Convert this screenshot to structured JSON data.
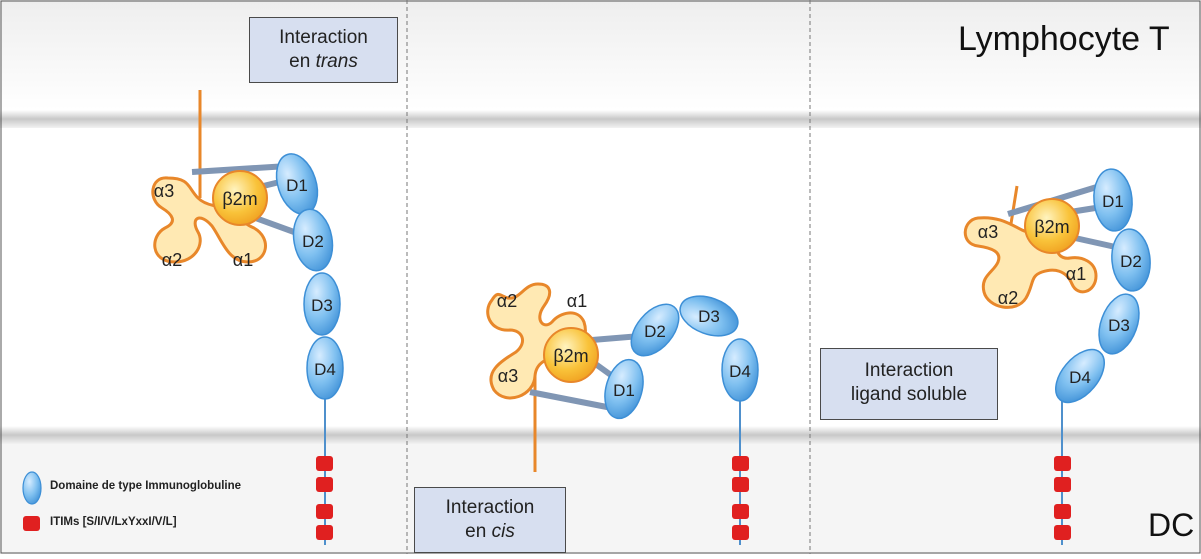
{
  "labels": {
    "top_cell": "Lymphocyte T",
    "bottom_cell": "DC"
  },
  "interactions": {
    "trans_line1": "Interaction",
    "trans_prefix": "en ",
    "trans_word": "trans",
    "cis_line1": "Interaction",
    "cis_prefix": "en ",
    "cis_word": "cis",
    "soluble_line1": "Interaction",
    "soluble_line2": "ligand soluble"
  },
  "domains": {
    "d1": "D1",
    "d2": "D2",
    "d3": "D3",
    "d4": "D4",
    "a1": "α1",
    "a2": "α2",
    "a3": "α3",
    "b2m": "β2m"
  },
  "legend": {
    "ig_domain": "Domaine de type Immunoglobuline",
    "itims": "ITIMs [S/I/V/LxYxxI/V/L]"
  },
  "colors": {
    "domain_blue": "#5aa9e6",
    "hla_orange": "#e8872a",
    "hla_fill": "#ffe9b3",
    "b2m_fill": "#f7b731",
    "itim_red": "#e02020",
    "label_box": "#d7dff0"
  }
}
